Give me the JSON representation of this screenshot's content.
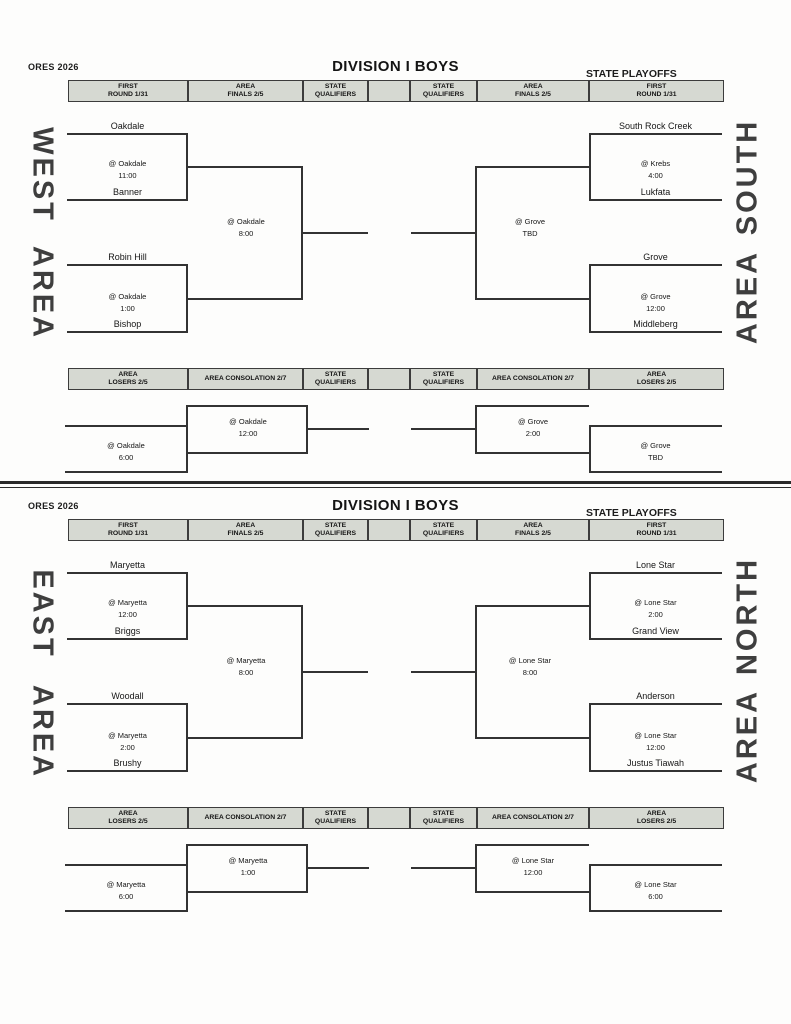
{
  "colors": {
    "header_fill": "#d6d9d2",
    "line": "#333333",
    "region_label": "#3e3e3e"
  },
  "page": {
    "org": "ORES 2026",
    "title": "DIVISION I BOYS",
    "playoffs": "STATE PLAYOFFS"
  },
  "headers": {
    "main": [
      {
        "l1": "FIRST",
        "l2": "ROUND 1/31"
      },
      {
        "l1": "AREA",
        "l2": "FINALS 2/5"
      },
      {
        "l1": "STATE",
        "l2": "QUALIFIERS"
      },
      {
        "l1": "",
        "l2": ""
      },
      {
        "l1": "STATE",
        "l2": "QUALIFIERS"
      },
      {
        "l1": "AREA",
        "l2": "FINALS 2/5"
      },
      {
        "l1": "FIRST",
        "l2": "ROUND 1/31"
      }
    ],
    "consolation": [
      {
        "l1": "AREA",
        "l2": "LOSERS 2/5"
      },
      {
        "l1": "AREA CONSOLATION 2/7",
        "l2": ""
      },
      {
        "l1": "STATE",
        "l2": "QUALIFIERS"
      },
      {
        "l1": "",
        "l2": ""
      },
      {
        "l1": "STATE",
        "l2": "QUALIFIERS"
      },
      {
        "l1": "AREA CONSOLATION 2/7",
        "l2": ""
      },
      {
        "l1": "AREA",
        "l2": "LOSERS 2/5"
      }
    ]
  },
  "halves": [
    {
      "left_region": {
        "name": "AREA WEST",
        "word_top": "WEST",
        "word_bottom": "AREA"
      },
      "right_region": {
        "name": "AREA SOUTH",
        "word_top": "SOUTH",
        "word_bottom": "AREA"
      },
      "left_bracket": {
        "match1": {
          "team_top": "Oakdale",
          "team_bottom": "Banner",
          "site": "@ Oakdale",
          "time": "11:00"
        },
        "match2": {
          "team_top": "Robin Hill",
          "team_bottom": "Bishop",
          "site": "@ Oakdale",
          "time": "1:00"
        },
        "final": {
          "site": "@ Oakdale",
          "time": "8:00"
        }
      },
      "right_bracket": {
        "match1": {
          "team_top": "South Rock Creek",
          "team_bottom": "Lukfata",
          "site": "@ Krebs",
          "time": "4:00"
        },
        "match2": {
          "team_top": "Grove",
          "team_bottom": "Middleberg",
          "site": "@ Grove",
          "time": "12:00"
        },
        "final": {
          "site": "@ Grove",
          "time": "TBD"
        }
      },
      "consolation": {
        "left_losers": {
          "site": "@ Oakdale",
          "time": "6:00"
        },
        "left_consolation": {
          "site": "@ Oakdale",
          "time": "12:00"
        },
        "right_consolation": {
          "site": "@ Grove",
          "time": "2:00"
        },
        "right_losers": {
          "site": "@ Grove",
          "time": "TBD"
        }
      }
    },
    {
      "left_region": {
        "name": "AREA EAST",
        "word_top": "EAST",
        "word_bottom": "AREA"
      },
      "right_region": {
        "name": "AREA NORTH",
        "word_top": "NORTH",
        "word_bottom": "AREA"
      },
      "left_bracket": {
        "match1": {
          "team_top": "Maryetta",
          "team_bottom": "Briggs",
          "site": "@ Maryetta",
          "time": "12:00"
        },
        "match2": {
          "team_top": "Woodall",
          "team_bottom": "Brushy",
          "site": "@ Maryetta",
          "time": "2:00"
        },
        "final": {
          "site": "@ Maryetta",
          "time": "8:00"
        }
      },
      "right_bracket": {
        "match1": {
          "team_top": "Lone Star",
          "team_bottom": "Grand View",
          "site": "@ Lone Star",
          "time": "2:00"
        },
        "match2": {
          "team_top": "Anderson",
          "team_bottom": "Justus Tiawah",
          "site": "@ Lone Star",
          "time": "12:00"
        },
        "final": {
          "site": "@ Lone Star",
          "time": "8:00"
        }
      },
      "consolation": {
        "left_losers": {
          "site": "@ Maryetta",
          "time": "6:00"
        },
        "left_consolation": {
          "site": "@ Maryetta",
          "time": "1:00"
        },
        "right_consolation": {
          "site": "@ Lone Star",
          "time": "12:00"
        },
        "right_losers": {
          "site": "@ Lone Star",
          "time": "6:00"
        }
      }
    }
  ]
}
